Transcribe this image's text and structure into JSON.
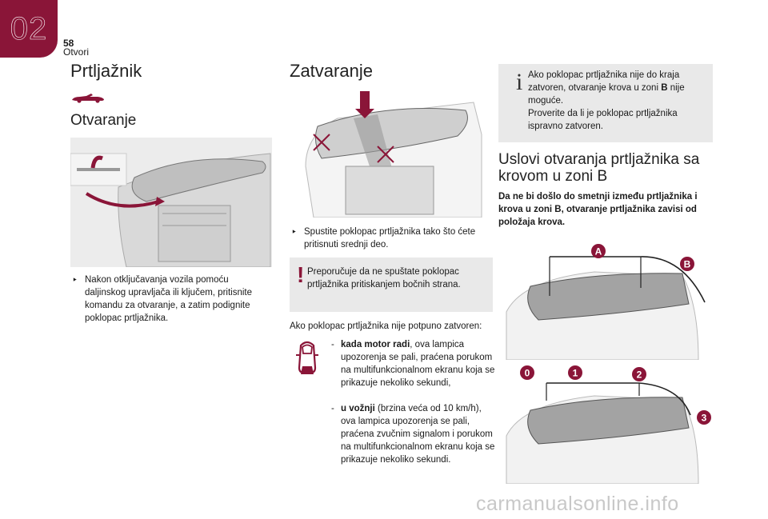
{
  "header": {
    "chapter": "02",
    "page_number": "58",
    "section": "Otvori"
  },
  "colors": {
    "accent": "#8a1538"
  },
  "left": {
    "title": "Prtljažnik",
    "subtitle": "Otvaranje",
    "instruction": "Nakon otključavanja vozila pomoću daljinskog upravljača ili ključem, pritisnite komandu za otvaranje, a zatim podignite poklopac prtljažnika."
  },
  "middle": {
    "title": "Zatvaranje",
    "instruction": "Spustite poklopac prtljažnika tako što ćete pritisnuti srednji deo.",
    "warning": "Preporučuje da ne spuštate poklopac prtljažnika pritiskanjem bočnih strana.",
    "intro": "Ako poklopac prtljažnika nije potpuno zatvoren:",
    "items": [
      {
        "bold": "kada motor radi",
        "rest": ", ova lampica upozorenja se pali, praćena porukom na multifunkcionalnom ekranu koja se prikazuje nekoliko sekundi,"
      },
      {
        "bold": "u vožnji",
        "rest": " (brzina veća od 10 km/h), ova lampica upozorenja se pali, praćena zvučnim signalom i porukom na multifunkcionalnom ekranu koja se prikazuje nekoliko sekundi."
      }
    ]
  },
  "right": {
    "info_part1": "Ako poklopac prtljažnika nije do kraja zatvoren, otvaranje krova u zoni ",
    "info_bold": "B",
    "info_part2": " nije moguće.",
    "info_line2": "Proverite da li je poklopac prtljažnika ispravno zatvoren.",
    "title": "Uslovi otvaranja prtljažnika sa krovom u zoni B",
    "lead": "Da ne bi došlo do smetnji između prtljažnika i krova u zoni B, otvaranje prtljažnika zavisi od položaja krova.",
    "labels_top": [
      "A",
      "B"
    ],
    "labels_bottom": [
      "0",
      "1",
      "2",
      "3"
    ]
  },
  "watermark": "carmanualsonline.info"
}
